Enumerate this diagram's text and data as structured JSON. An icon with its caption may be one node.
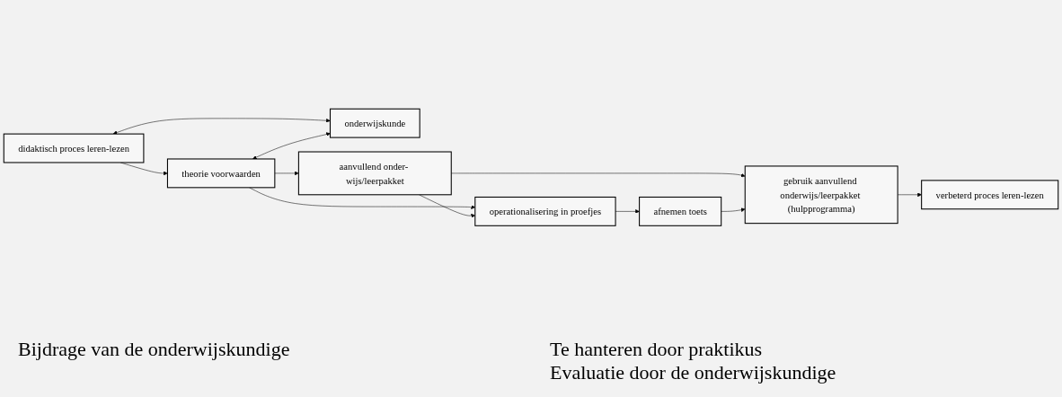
{
  "diagram": {
    "nodes": [
      {
        "text": [
          "didaktisch proces leren-lezen"
        ]
      },
      {
        "text": [
          "onderwijskunde"
        ]
      },
      {
        "text": [
          "theorie voorwaarden"
        ]
      },
      {
        "text": [
          "aanvullend onder- wijs/leerpakket"
        ]
      },
      {
        "text": [
          "operationalisering in proefjes"
        ]
      },
      {
        "text": [
          "verbeterd proces leren-lezen"
        ]
      },
      {
        "text": [
          "gebruik aanvullend onderwijs/leerpakket (hulpprogramma)"
        ]
      },
      {
        "text": [
          "afnemen toets"
        ]
      }
    ],
    "edges": [
      {
        "from": 0,
        "to": 1,
        "arrow": "both"
      },
      {
        "from": 0,
        "to": 2,
        "arrow": "to"
      },
      {
        "from": 2,
        "to": 1,
        "arrow": "both"
      },
      {
        "from": 2,
        "to": 3,
        "arrow": "to"
      },
      {
        "from": 2,
        "to": 4,
        "arrow": "to"
      },
      {
        "from": 3,
        "to": 4,
        "arrow": "to"
      },
      {
        "from": 3,
        "to": 6,
        "arrow": "to"
      },
      {
        "from": 4,
        "to": 7,
        "arrow": "to"
      },
      {
        "from": 7,
        "to": 6,
        "arrow": "to"
      },
      {
        "from": 6,
        "to": 5,
        "arrow": "to"
      }
    ],
    "labels": [
      "Bijdrage van de onderwijskundige",
      "Te hanteren door praktikus",
      "Evaluatie door de onderwijskundige"
    ]
  }
}
